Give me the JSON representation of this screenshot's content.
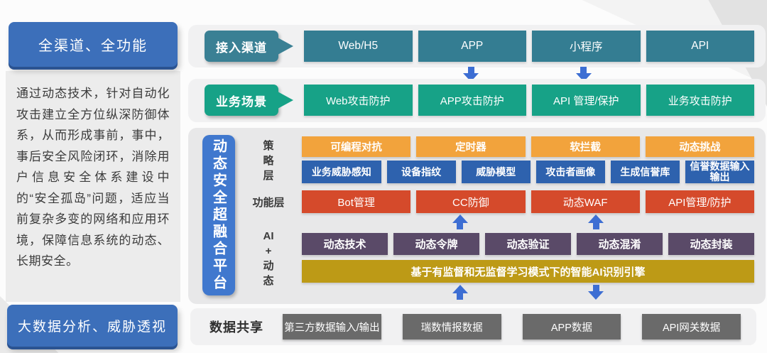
{
  "left_panel": {
    "top_badge": "全渠道、全功能",
    "description": "通过动态技术，针对自动化攻击建立全方位纵深防御体系，从而形成事前，事中，事后安全风险闭环，消除用户信息安全体系建设中的“安全孤岛”问题，适应当前复杂多变的网络和应用环境，保障信息系统的动态、长期安全。",
    "bottom_badge": "大数据分析、威胁透视"
  },
  "access": {
    "label": "接入渠道",
    "items": [
      "Web/H5",
      "APP",
      "小程序",
      "API"
    ]
  },
  "scenario": {
    "label": "业务场景",
    "items": [
      "Web攻击防护",
      "APP攻击防护",
      "API 管理/保护",
      "业务攻击防护"
    ]
  },
  "platform": {
    "title": "动态安全超融合平台",
    "strategy_label": "策\n略\n层",
    "function_label": "功能层",
    "ai_label": "AI\n+\n动\n态",
    "strategy_row1": [
      "可编程对抗",
      "定时器",
      "软拦截",
      "动态挑战"
    ],
    "strategy_row2": [
      "业务威胁感知",
      "设备指纹",
      "威胁模型",
      "攻击者画像",
      "生成信誉库",
      "信誉数据输入\n输出"
    ],
    "function_row": [
      "Bot管理",
      "CC防御",
      "动态WAF",
      "API管理/防护"
    ],
    "ai_row": [
      "动态技术",
      "动态令牌",
      "动态验证",
      "动态混淆",
      "动态封装"
    ],
    "engine": "基于有监督和无监督学习模式下的智能AI识别引擎"
  },
  "data_sharing": {
    "label": "数据共享",
    "items": [
      "第三方数据输入/输出",
      "瑞数情报数据",
      "APP数据",
      "API网关数据"
    ]
  },
  "colors": {
    "badge_blue": "#3c6fba",
    "teal": "#347d92",
    "green": "#17a287",
    "orange": "#f2a33c",
    "mid_blue": "#2e62ae",
    "red": "#d54a2b",
    "purple": "#5a4a68",
    "gold": "#bd9a16",
    "dark_gray": "#6a6a6a",
    "platform_blue": "#4078ce",
    "arrow_blue": "#3d6ed3"
  }
}
